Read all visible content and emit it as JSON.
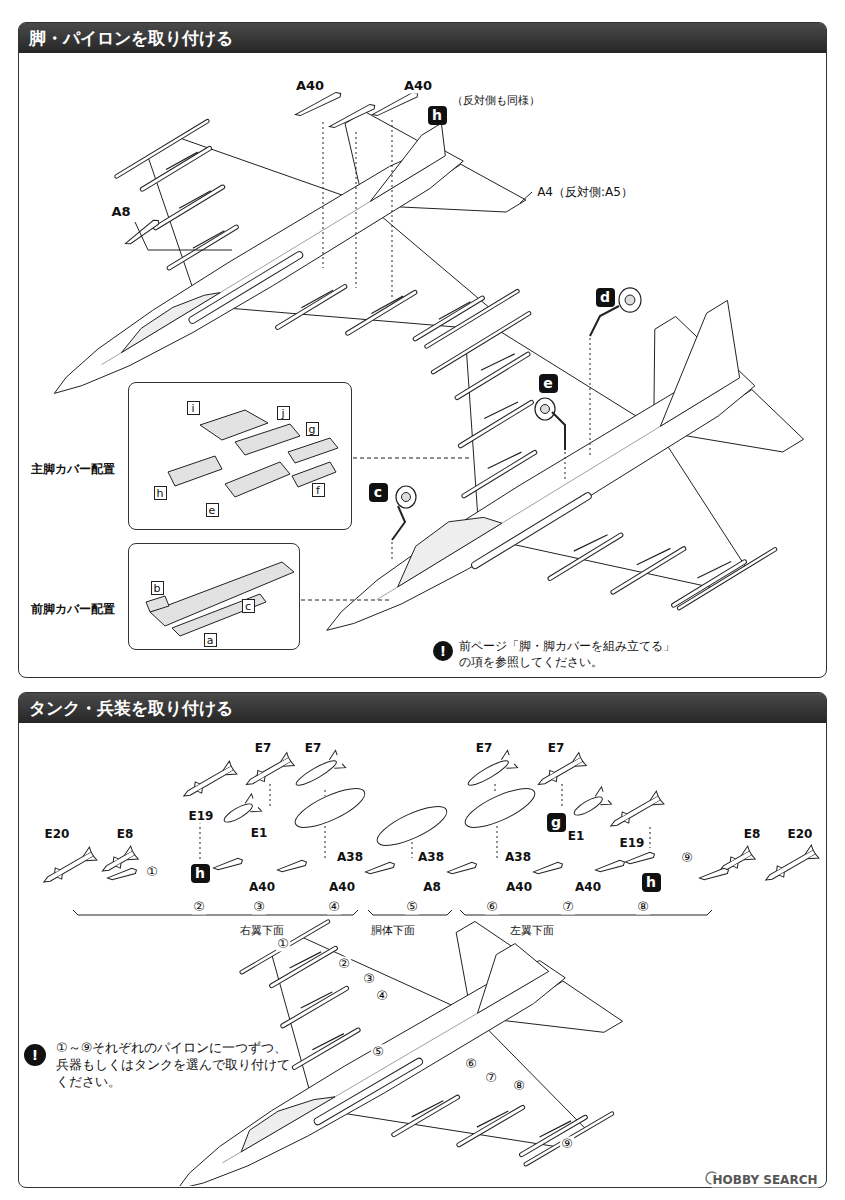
{
  "diagram": {
    "nodes": [
      {
        "text": [
          "脚・パイロンを取り付ける"
        ]
      },
      {
        "text": [
          "主脚カバー配置"
        ],
        "in": 0
      },
      {
        "text": [
          "i"
        ],
        "in": 1
      },
      {
        "text": [
          "j"
        ],
        "in": 1
      },
      {
        "text": [
          "g"
        ],
        "in": 1
      },
      {
        "text": [
          "h"
        ],
        "in": 1
      },
      {
        "text": [
          "e"
        ],
        "in": 1
      },
      {
        "text": [
          "f"
        ],
        "in": 1
      },
      {
        "text": [
          "前脚カバー配置"
        ],
        "in": 0
      },
      {
        "text": [
          "b"
        ],
        "in": 8
      },
      {
        "text": [
          "c"
        ],
        "in": 8
      },
      {
        "text": [
          "a"
        ],
        "in": 8
      },
      {
        "text": [
          "h"
        ],
        "in": 0
      },
      {
        "text": [
          "d"
        ],
        "in": 0
      },
      {
        "text": [
          "e"
        ],
        "in": 0
      },
      {
        "text": [
          "c"
        ],
        "in": 0
      },
      {
        "text": [
          "!"
        ],
        "in": 0
      },
      {
        "text": [
          "タンク・兵装を取り付ける"
        ]
      },
      {
        "text": [
          "g"
        ],
        "in": 17
      },
      {
        "text": [
          "h"
        ],
        "in": 17
      },
      {
        "text": [
          "h"
        ],
        "in": 17
      },
      {
        "text": [
          "!"
        ],
        "in": 17
      }
    ],
    "labels": [
      "A40",
      "A40",
      "（反対側も同様）",
      "A8",
      "A4（反対側:A5）",
      "前ページ「脚・脚カバーを組み立てる」の項を参照してください。",
      "E7",
      "E7",
      "E7",
      "E7",
      "E19",
      "E20",
      "E8",
      "E1",
      "A38",
      "A38",
      "A38",
      "E1",
      "E19",
      "①",
      "E8",
      "E20",
      "⑨",
      "A40",
      "A40",
      "A8",
      "A40",
      "A40",
      "②",
      "③",
      "④",
      "⑤",
      "⑥",
      "⑦",
      "⑧",
      "右翼下面",
      "胴体下面",
      "左翼下面",
      "①",
      "②",
      "③",
      "④",
      "⑤",
      "⑥",
      "⑦",
      "⑧",
      "⑨",
      "①～⑨それぞれのパイロンに一つずつ、兵器もしくはタンクを選んで取り付けてください。",
      "HOBBY SEARCH"
    ]
  }
}
